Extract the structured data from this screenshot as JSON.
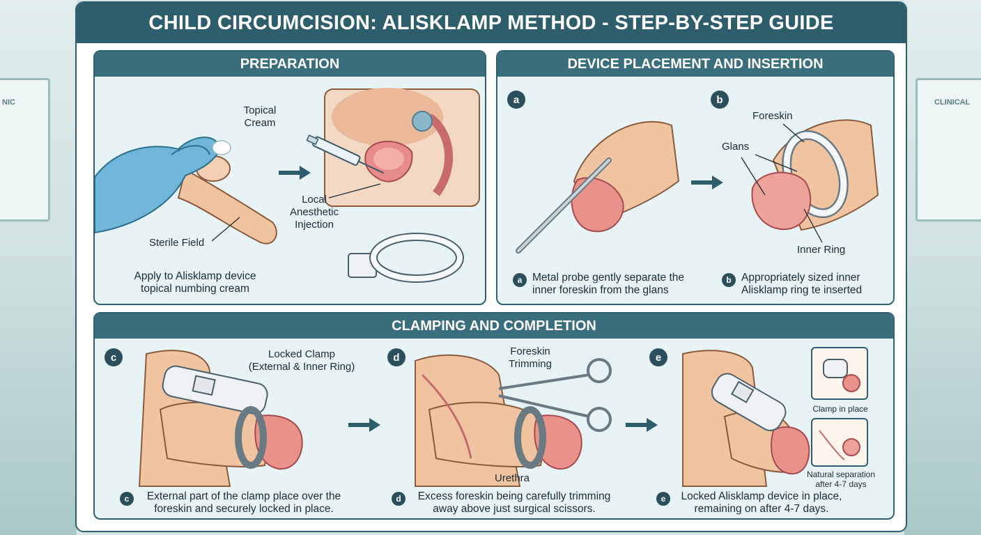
{
  "title": "CHILD CIRCUMCISION: ALISKLAMP METHOD - STEP-BY-STEP GUIDE",
  "preparation": {
    "header": "PREPARATION",
    "labels": {
      "topical_cream": "Topical\nCream",
      "local_anesthetic": "Local\nAnesthetic\nInjection",
      "sterile_field": "Sterile Field"
    },
    "caption": "Apply to Alisklamp device\ntopical numbing cream"
  },
  "placement": {
    "header": "DEVICE PLACEMENT AND INSERTION",
    "step_a": {
      "badge": "a",
      "caption": "Metal probe gently separate the\ninner foreskin from the glans"
    },
    "step_b": {
      "badge": "b",
      "labels": {
        "foreskin": "Foreskin",
        "glans": "Glans",
        "inner_ring": "Inner Ring"
      },
      "caption": "Appropriately sized inner\nAlisklamp ring te inserted"
    }
  },
  "clamping": {
    "header": "CLAMPING AND COMPLETION",
    "step_c": {
      "badge": "c",
      "label": "Locked Clamp\n(External & Inner Ring)",
      "caption": "External part of the clamp place over the\nforeskin and securely locked in place."
    },
    "step_d": {
      "badge": "d",
      "labels": {
        "foreskin_trimming": "Foreskin\nTrimming",
        "urethra": "Urethra"
      },
      "caption": "Excess foreskin being carefully trimming\naway above just surgical scissors."
    },
    "step_e": {
      "badge": "e",
      "inset_top": "Clamp in place",
      "inset_bottom": "Natural separation\nafter 4-7 days",
      "caption": "Locked Alisklamp device in place,\nremaining on after 4-7 days."
    }
  },
  "background": {
    "left_sign": "NIC",
    "right_sign": "CLINICAL"
  },
  "colors": {
    "header": "#2e5e6c",
    "panel_header": "#3b6e7d",
    "panel_bg": "#e8f3f5",
    "skin": "#f0c4a0",
    "glans": "#e8928a",
    "glove": "#6fb6d8",
    "arrow": "#2e5e6c"
  }
}
